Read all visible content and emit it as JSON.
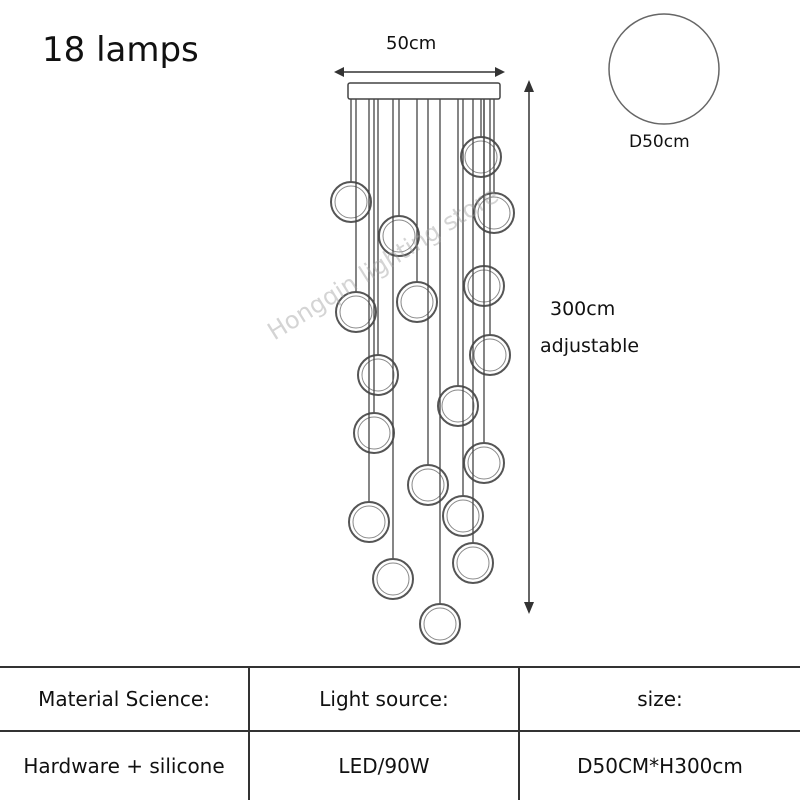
{
  "title": "18 lamps",
  "dimensions": {
    "width_label": "50cm",
    "diameter_label": "D50cm",
    "height_label": "300cm",
    "adjustable_label": "adjustable"
  },
  "watermark": "Hongqin lighting store",
  "lamp_count": 18,
  "specs": {
    "headers": [
      "Material Science:",
      "Light source:",
      "size:"
    ],
    "values": [
      "Hardware + silicone",
      "LED/90W",
      "D50CM*H300cm"
    ]
  }
}
